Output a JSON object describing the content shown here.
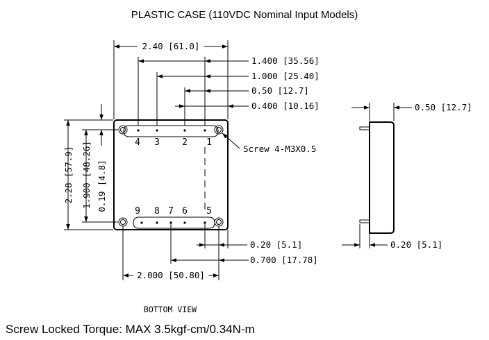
{
  "title": "PLASTIC CASE  (110VDC Nominal Input Models)",
  "dimensions": {
    "overall_width": "2.40  [61.0]",
    "pin4_span": "1.400  [35.56]",
    "pin3_span": "1.000  [25.40]",
    "pin2_span": "0.50  [12.7]",
    "pin1_span": "0.400  [10.16]",
    "overall_height": "2.28  [57.9]",
    "pin_row_spacing": "1.900  [48.26]",
    "edge_offset_vertical": "0.19  [4.8]",
    "bottom_edge_offset": "0.20  [5.1]",
    "pin5_offset": "0.700  [17.78]",
    "bottom_span": "2.000  [50.80]",
    "side_thickness": "0.50  [12.7]",
    "side_pin_length": "0.20  [5.1]"
  },
  "callouts": {
    "screw": "Screw  4-M3X0.5"
  },
  "pins": {
    "top": [
      "4",
      "3",
      "2",
      "1"
    ],
    "bottom": [
      "9",
      "8",
      "7",
      "6",
      "5"
    ]
  },
  "view_label": "BOTTOM  VIEW",
  "footnote": "Screw Locked Torque: MAX 3.5kgf-cm/0.34N-m"
}
